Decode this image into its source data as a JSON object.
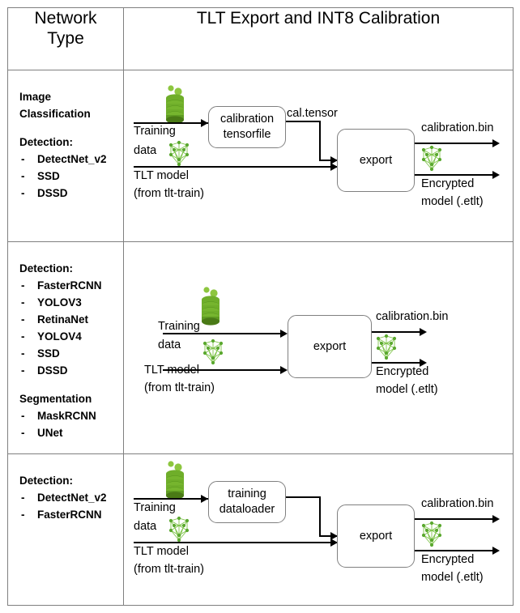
{
  "table": {
    "header": {
      "col1_line1": "Network",
      "col1_line2": "Type",
      "col2": "TLT Export and INT8 Calibration"
    },
    "border_color": "#808080"
  },
  "colors": {
    "db_icon_green_dark": "#4a7a16",
    "db_icon_green_light": "#8dc63f",
    "nn_icon_green": "#7ac143",
    "line": "#000000",
    "node_border": "#808080"
  },
  "rows": [
    {
      "types": [
        {
          "heading": "Image",
          "heading2": "Classification",
          "items": []
        },
        {
          "heading": "Detection:",
          "items": [
            "DetectNet_v2",
            "SSD",
            "DSSD"
          ]
        }
      ],
      "diagram": {
        "nodes": [
          {
            "name": "calibration-tensorfile-node",
            "line1": "calibration",
            "line2": "tensorfile"
          },
          {
            "name": "export-node",
            "line1": "export",
            "line2": ""
          }
        ],
        "labels": {
          "training_data_l1": "Training",
          "training_data_l2": "data",
          "tlt_model_l1": "TLT model",
          "tlt_model_l2": "(from tlt-train)",
          "cal_tensor": "cal.tensor",
          "calibration_bin": "calibration.bin",
          "encrypted_l1": "Encrypted",
          "encrypted_l2": "model (.etlt)"
        },
        "icons": [
          "database-icon",
          "neural-network-icon",
          "neural-network-icon"
        ]
      }
    },
    {
      "types": [
        {
          "heading": "Detection:",
          "items": [
            "FasterRCNN",
            "YOLOV3",
            "RetinaNet",
            "YOLOV4",
            "SSD",
            "DSSD"
          ]
        },
        {
          "heading": "Segmentation",
          "items": [
            "MaskRCNN",
            "UNet"
          ]
        }
      ],
      "diagram": {
        "nodes": [
          {
            "name": "export-node",
            "line1": "export",
            "line2": ""
          }
        ],
        "labels": {
          "training_data_l1": "Training",
          "training_data_l2": "data",
          "tlt_model_l1": "TLT model",
          "tlt_model_l2": "(from tlt-train)",
          "calibration_bin": "calibration.bin",
          "encrypted_l1": "Encrypted",
          "encrypted_l2": "model (.etlt)"
        },
        "icons": [
          "database-icon",
          "neural-network-icon",
          "neural-network-icon"
        ]
      }
    },
    {
      "types": [
        {
          "heading": "Detection:",
          "items": [
            "DetectNet_v2",
            "FasterRCNN"
          ]
        }
      ],
      "diagram": {
        "nodes": [
          {
            "name": "training-dataloader-node",
            "line1": "training",
            "line2": "dataloader"
          },
          {
            "name": "export-node",
            "line1": "export",
            "line2": ""
          }
        ],
        "labels": {
          "training_data_l1": "Training",
          "training_data_l2": "data",
          "tlt_model_l1": "TLT model",
          "tlt_model_l2": "(from tlt-train)",
          "calibration_bin": "calibration.bin",
          "encrypted_l1": "Encrypted",
          "encrypted_l2": "model (.etlt)"
        },
        "icons": [
          "database-icon",
          "neural-network-icon",
          "neural-network-icon"
        ]
      }
    }
  ]
}
